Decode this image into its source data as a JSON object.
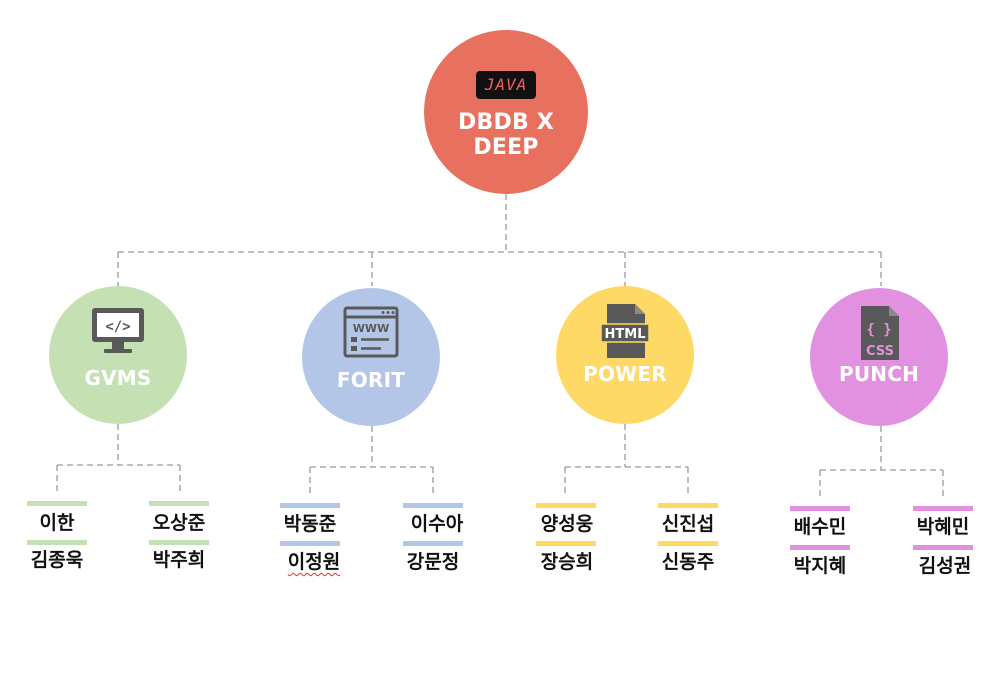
{
  "root": {
    "badge": "JAVA",
    "title": "DBDB X DEEP",
    "color": "#e8705f"
  },
  "teams": [
    {
      "name": "GVMS",
      "icon": "monitor-code-icon",
      "color": "#c5e0b3",
      "members": [
        [
          "이한",
          "김종욱"
        ],
        [
          "오상준",
          "박주희"
        ]
      ]
    },
    {
      "name": "FORIT",
      "icon": "browser-www-icon",
      "color": "#b4c6e7",
      "members": [
        [
          "박동준",
          "이정원"
        ],
        [
          "이수아",
          "강문정"
        ]
      ]
    },
    {
      "name": "POWER",
      "icon": "html-file-icon",
      "color": "#ffd966",
      "members": [
        [
          "양성웅",
          "장승희"
        ],
        [
          "신진섭",
          "신동주"
        ]
      ]
    },
    {
      "name": "PUNCH",
      "icon": "css-file-icon",
      "color": "#e291e0",
      "members": [
        [
          "배수민",
          "박지혜"
        ],
        [
          "박혜민",
          "김성권"
        ]
      ]
    }
  ]
}
